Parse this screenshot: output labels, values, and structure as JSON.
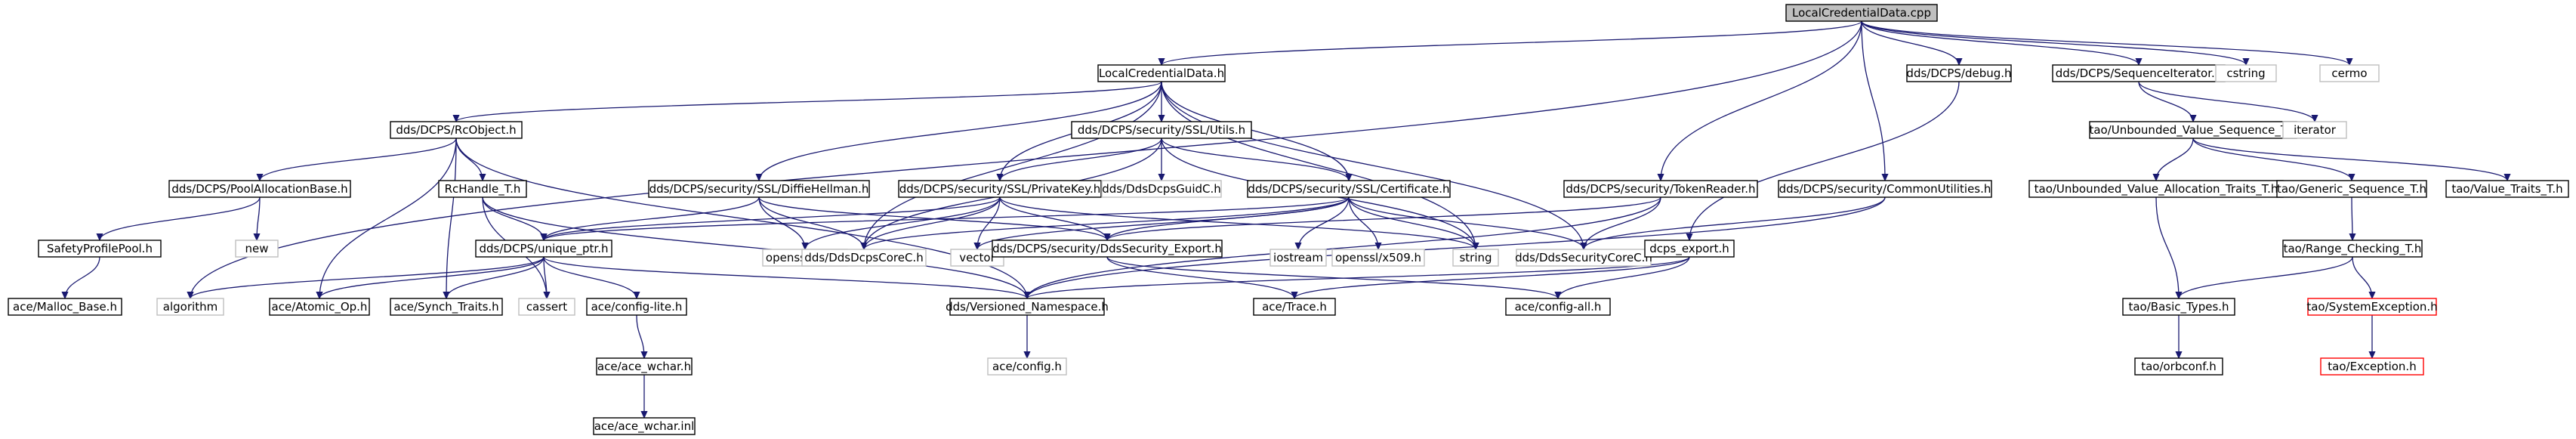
{
  "colors": {
    "edge": "#191970",
    "root_fill": "#bfbfbf",
    "external_border": "#bfbfbf",
    "missing_border": "#ff0000",
    "node_border": "#000000"
  },
  "nodes": [
    {
      "id": "root",
      "label": "LocalCredentialData.cpp",
      "kind": "root"
    },
    {
      "id": "lcd_h",
      "label": "LocalCredentialData.h",
      "kind": "normal"
    },
    {
      "id": "debug_h",
      "label": "dds/DCPS/debug.h",
      "kind": "normal"
    },
    {
      "id": "seqiter_h",
      "label": "dds/DCPS/SequenceIterator.h",
      "kind": "normal"
    },
    {
      "id": "cstring",
      "label": "cstring",
      "kind": "ext"
    },
    {
      "id": "cermo",
      "label": "cermo",
      "kind": "ext"
    },
    {
      "id": "rcobject_h",
      "label": "dds/DCPS/RcObject.h",
      "kind": "normal"
    },
    {
      "id": "utils_h",
      "label": "dds/DCPS/security/SSL/Utils.h",
      "kind": "normal"
    },
    {
      "id": "tokenreader_h",
      "label": "dds/DCPS/security/TokenReader.h",
      "kind": "normal"
    },
    {
      "id": "commonutil_h",
      "label": "dds/DCPS/security/CommonUtilities.h",
      "kind": "normal"
    },
    {
      "id": "unbseq_h",
      "label": "tao/Unbounded_Value_Sequence_T.h",
      "kind": "normal"
    },
    {
      "id": "iterator",
      "label": "iterator",
      "kind": "ext"
    },
    {
      "id": "poolalloc_h",
      "label": "dds/DCPS/PoolAllocationBase.h",
      "kind": "normal"
    },
    {
      "id": "rchandle_h",
      "label": "RcHandle_T.h",
      "kind": "normal"
    },
    {
      "id": "diffie_h",
      "label": "dds/DCPS/security/SSL/DiffieHellman.h",
      "kind": "normal"
    },
    {
      "id": "privkey_h",
      "label": "dds/DCPS/security/SSL/PrivateKey.h",
      "kind": "normal"
    },
    {
      "id": "guidc_h",
      "label": "dds/DdsDcpsGuidC.h",
      "kind": "ext"
    },
    {
      "id": "cert_h",
      "label": "dds/DCPS/security/SSL/Certificate.h",
      "kind": "normal"
    },
    {
      "id": "unballoc_h",
      "label": "tao/Unbounded_Value_Allocation_Traits_T.h",
      "kind": "normal"
    },
    {
      "id": "genseq_h",
      "label": "tao/Generic_Sequence_T.h",
      "kind": "normal"
    },
    {
      "id": "valtraits_h",
      "label": "tao/Value_Traits_T.h",
      "kind": "normal"
    },
    {
      "id": "new",
      "label": "new",
      "kind": "ext"
    },
    {
      "id": "safety_h",
      "label": "SafetyProfilePool.h",
      "kind": "normal"
    },
    {
      "id": "uniqueptr_h",
      "label": "dds/DCPS/unique_ptr.h",
      "kind": "normal"
    },
    {
      "id": "evp_h",
      "label": "openssl/evp.h",
      "kind": "ext"
    },
    {
      "id": "dcpscorec_h",
      "label": "dds/DdsDcpsCoreC.h",
      "kind": "ext"
    },
    {
      "id": "vector",
      "label": "vector",
      "kind": "ext"
    },
    {
      "id": "ddssecexp_h",
      "label": "dds/DCPS/security/DdsSecurity_Export.h",
      "kind": "normal"
    },
    {
      "id": "iostream",
      "label": "iostream",
      "kind": "ext"
    },
    {
      "id": "x509_h",
      "label": "openssl/x509.h",
      "kind": "ext"
    },
    {
      "id": "string",
      "label": "string",
      "kind": "ext"
    },
    {
      "id": "seccorec_h",
      "label": "dds/DdsSecurityCoreC.h",
      "kind": "ext"
    },
    {
      "id": "dcpsexp_h",
      "label": "dcps_export.h",
      "kind": "normal"
    },
    {
      "id": "rangecheck_h",
      "label": "tao/Range_Checking_T.h",
      "kind": "normal"
    },
    {
      "id": "malloc_h",
      "label": "ace/Malloc_Base.h",
      "kind": "normal"
    },
    {
      "id": "algorithm",
      "label": "algorithm",
      "kind": "ext"
    },
    {
      "id": "atomic_h",
      "label": "ace/Atomic_Op.h",
      "kind": "normal"
    },
    {
      "id": "synch_h",
      "label": "ace/Synch_Traits.h",
      "kind": "normal"
    },
    {
      "id": "cassert",
      "label": "cassert",
      "kind": "ext"
    },
    {
      "id": "configlite_h",
      "label": "ace/config-lite.h",
      "kind": "normal"
    },
    {
      "id": "versioned_h",
      "label": "dds/Versioned_Namespace.h",
      "kind": "normal"
    },
    {
      "id": "trace_h",
      "label": "ace/Trace.h",
      "kind": "normal"
    },
    {
      "id": "configall_h",
      "label": "ace/config-all.h",
      "kind": "normal"
    },
    {
      "id": "basictypes_h",
      "label": "tao/Basic_Types.h",
      "kind": "normal"
    },
    {
      "id": "sysexc_h",
      "label": "tao/SystemException.h",
      "kind": "red"
    },
    {
      "id": "acewchar_h",
      "label": "ace/ace_wchar.h",
      "kind": "normal"
    },
    {
      "id": "config_h",
      "label": "ace/config.h",
      "kind": "ext"
    },
    {
      "id": "orbconf_h",
      "label": "tao/orbconf.h",
      "kind": "normal"
    },
    {
      "id": "exception_h",
      "label": "tao/Exception.h",
      "kind": "red"
    },
    {
      "id": "acewcharinl",
      "label": "ace/ace_wchar.inl",
      "kind": "normal"
    }
  ],
  "edges": [
    [
      "root",
      "lcd_h"
    ],
    [
      "root",
      "debug_h"
    ],
    [
      "root",
      "seqiter_h"
    ],
    [
      "root",
      "cstring"
    ],
    [
      "root",
      "cermo"
    ],
    [
      "root",
      "tokenreader_h"
    ],
    [
      "root",
      "commonutil_h"
    ],
    [
      "root",
      "algorithm"
    ],
    [
      "lcd_h",
      "rcobject_h"
    ],
    [
      "lcd_h",
      "utils_h"
    ],
    [
      "lcd_h",
      "diffie_h"
    ],
    [
      "lcd_h",
      "privkey_h"
    ],
    [
      "lcd_h",
      "cert_h"
    ],
    [
      "lcd_h",
      "dcpscorec_h"
    ],
    [
      "lcd_h",
      "seccorec_h"
    ],
    [
      "lcd_h",
      "string"
    ],
    [
      "debug_h",
      "dcpsexp_h"
    ],
    [
      "seqiter_h",
      "unbseq_h"
    ],
    [
      "seqiter_h",
      "iterator"
    ],
    [
      "unbseq_h",
      "unballoc_h"
    ],
    [
      "unbseq_h",
      "genseq_h"
    ],
    [
      "unbseq_h",
      "valtraits_h"
    ],
    [
      "unballoc_h",
      "basictypes_h"
    ],
    [
      "genseq_h",
      "rangecheck_h"
    ],
    [
      "rangecheck_h",
      "basictypes_h"
    ],
    [
      "rangecheck_h",
      "sysexc_h"
    ],
    [
      "sysexc_h",
      "exception_h"
    ],
    [
      "basictypes_h",
      "orbconf_h"
    ],
    [
      "rcobject_h",
      "poolalloc_h"
    ],
    [
      "rcobject_h",
      "rchandle_h"
    ],
    [
      "rcobject_h",
      "atomic_h"
    ],
    [
      "rcobject_h",
      "synch_h"
    ],
    [
      "rcobject_h",
      "versioned_h"
    ],
    [
      "poolalloc_h",
      "new"
    ],
    [
      "poolalloc_h",
      "safety_h"
    ],
    [
      "safety_h",
      "malloc_h"
    ],
    [
      "rchandle_h",
      "uniqueptr_h"
    ],
    [
      "rchandle_h",
      "cassert"
    ],
    [
      "rchandle_h",
      "versioned_h"
    ],
    [
      "utils_h",
      "privkey_h"
    ],
    [
      "utils_h",
      "guidc_h"
    ],
    [
      "utils_h",
      "cert_h"
    ],
    [
      "utils_h",
      "dcpscorec_h"
    ],
    [
      "utils_h",
      "string"
    ],
    [
      "diffie_h",
      "uniqueptr_h"
    ],
    [
      "diffie_h",
      "evp_h"
    ],
    [
      "diffie_h",
      "dcpscorec_h"
    ],
    [
      "diffie_h",
      "ddssecexp_h"
    ],
    [
      "privkey_h",
      "uniqueptr_h"
    ],
    [
      "privkey_h",
      "evp_h"
    ],
    [
      "privkey_h",
      "dcpscorec_h"
    ],
    [
      "privkey_h",
      "vector"
    ],
    [
      "privkey_h",
      "ddssecexp_h"
    ],
    [
      "privkey_h",
      "string"
    ],
    [
      "cert_h",
      "uniqueptr_h"
    ],
    [
      "cert_h",
      "dcpscorec_h"
    ],
    [
      "cert_h",
      "vector"
    ],
    [
      "cert_h",
      "ddssecexp_h"
    ],
    [
      "cert_h",
      "iostream"
    ],
    [
      "cert_h",
      "x509_h"
    ],
    [
      "cert_h",
      "string"
    ],
    [
      "cert_h",
      "seccorec_h"
    ],
    [
      "tokenreader_h",
      "ddssecexp_h"
    ],
    [
      "tokenreader_h",
      "seccorec_h"
    ],
    [
      "tokenreader_h",
      "versioned_h"
    ],
    [
      "commonutil_h",
      "seccorec_h"
    ],
    [
      "commonutil_h",
      "versioned_h"
    ],
    [
      "uniqueptr_h",
      "algorithm"
    ],
    [
      "uniqueptr_h",
      "atomic_h"
    ],
    [
      "uniqueptr_h",
      "synch_h"
    ],
    [
      "uniqueptr_h",
      "cassert"
    ],
    [
      "uniqueptr_h",
      "configlite_h"
    ],
    [
      "uniqueptr_h",
      "versioned_h"
    ],
    [
      "ddssecexp_h",
      "trace_h"
    ],
    [
      "ddssecexp_h",
      "configall_h"
    ],
    [
      "dcpsexp_h",
      "versioned_h"
    ],
    [
      "dcpsexp_h",
      "trace_h"
    ],
    [
      "dcpsexp_h",
      "configall_h"
    ],
    [
      "configlite_h",
      "acewchar_h"
    ],
    [
      "acewchar_h",
      "acewcharinl"
    ],
    [
      "versioned_h",
      "config_h"
    ]
  ]
}
